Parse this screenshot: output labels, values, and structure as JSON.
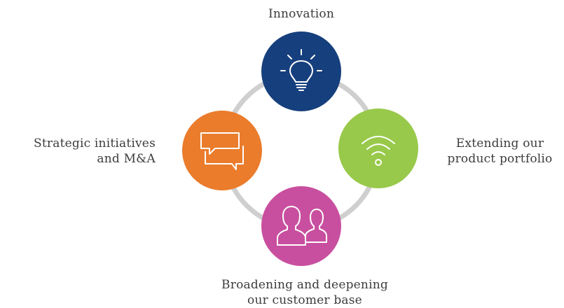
{
  "diagram": {
    "ring_color": "#cfcfcf",
    "nodes": [
      {
        "id": "top",
        "label_lines": [
          "Innovation"
        ],
        "color": "#163f7d",
        "icon": "lightbulb-icon"
      },
      {
        "id": "right",
        "label_lines": [
          "Extending our",
          "product portfolio"
        ],
        "color": "#98c94b",
        "icon": "wifi-signal-icon"
      },
      {
        "id": "bottom",
        "label_lines": [
          "Broadening and deepening",
          "our customer base"
        ],
        "color": "#c84f9f",
        "icon": "users-icon"
      },
      {
        "id": "left",
        "label_lines": [
          "Strategic initiatives",
          "and M&A"
        ],
        "color": "#ea7c2c",
        "icon": "chat-bubbles-icon"
      }
    ]
  }
}
